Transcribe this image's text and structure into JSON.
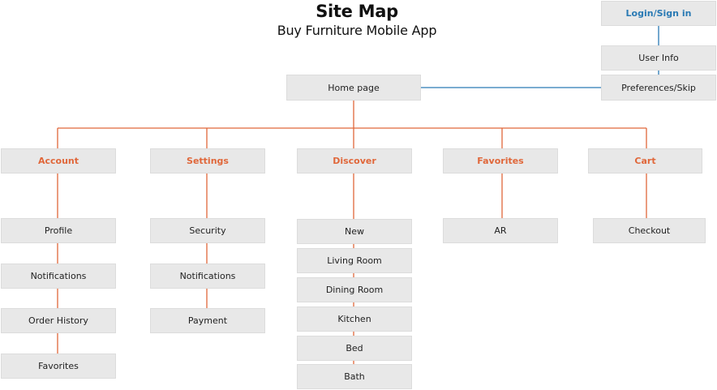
{
  "header": {
    "title": "Site Map",
    "subtitle": "Buy Furniture Mobile App"
  },
  "colors": {
    "orange": "#e0673a",
    "blue": "#2a7ab4",
    "box_fill": "#e8e8e8"
  },
  "login_flow": {
    "login": "Login/Sign in",
    "user_info": "User Info",
    "preferences": "Preferences/Skip"
  },
  "home": "Home page",
  "categories": [
    {
      "label": "Account",
      "children": [
        "Profile",
        "Notifications",
        "Order History",
        "Favorites"
      ]
    },
    {
      "label": "Settings",
      "children": [
        "Security",
        "Notifications",
        "Payment"
      ]
    },
    {
      "label": "Discover",
      "children": [
        "New",
        "Living Room",
        "Dining Room",
        "Kitchen",
        "Bed",
        "Bath"
      ]
    },
    {
      "label": "Favorites",
      "children": [
        "AR"
      ]
    },
    {
      "label": "Cart",
      "children": [
        "Checkout"
      ]
    }
  ]
}
